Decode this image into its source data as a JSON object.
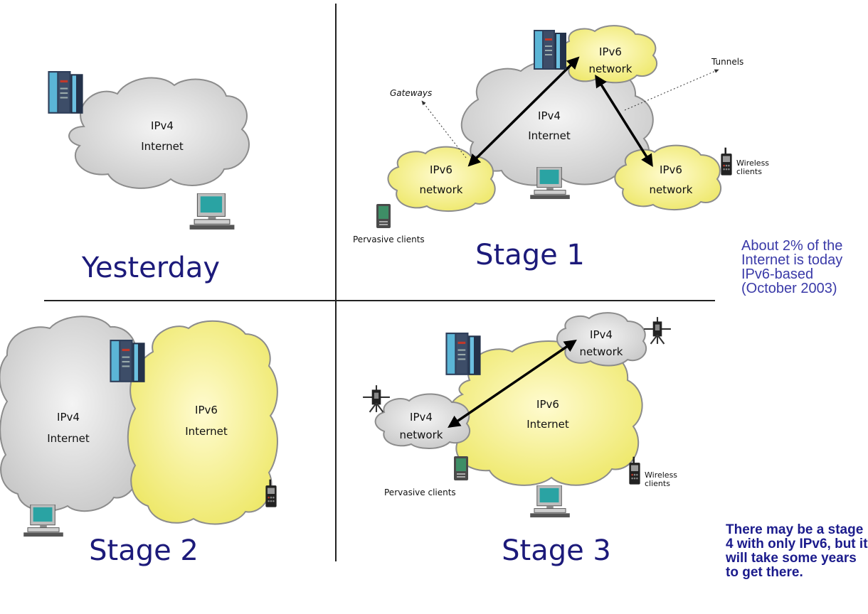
{
  "quadrants": {
    "yesterday": {
      "title": "Yesterday",
      "cloud_ipv4": [
        "IPv4",
        "Internet"
      ]
    },
    "stage1": {
      "title": "Stage 1",
      "ipv4_internet": [
        "IPv4",
        "Internet"
      ],
      "ipv6_top": [
        "IPv6",
        "network"
      ],
      "ipv6_left": [
        "IPv6",
        "network"
      ],
      "ipv6_right": [
        "IPv6",
        "network"
      ],
      "gateways_label": "Gateways",
      "tunnels_label": "Tunnels",
      "wireless_label": [
        "Wireless",
        "clients"
      ],
      "pervasive_label": "Pervasive clients"
    },
    "stage2": {
      "title": "Stage 2",
      "ipv4_internet": [
        "IPv4",
        "Internet"
      ],
      "ipv6_internet": [
        "IPv6",
        "Internet"
      ]
    },
    "stage3": {
      "title": "Stage 3",
      "ipv6_internet": [
        "IPv6",
        "Internet"
      ],
      "ipv4_top": [
        "IPv4",
        "network"
      ],
      "ipv4_left": [
        "IPv4",
        "network"
      ],
      "wireless_label": [
        "Wireless",
        "clients"
      ],
      "pervasive_label": "Pervasive clients"
    }
  },
  "notes": {
    "share": "About 2% of the Internet is today IPv6-based (October 2003)",
    "stage4": "There may be a stage 4 with only IPv6, but it will take some years to get there."
  },
  "colors": {
    "ipv4_cloud": "#d9d9d9",
    "ipv6_cloud": "#f5f07a",
    "cloud_stroke": "#8c8c8c",
    "title": "#1c1a7a",
    "share_note": "#3a3aa8",
    "stage4_note": "#1b1b8c"
  },
  "icons": [
    "server-icon",
    "computer-icon",
    "wireless-device-icon",
    "pda-icon",
    "antenna-icon"
  ]
}
